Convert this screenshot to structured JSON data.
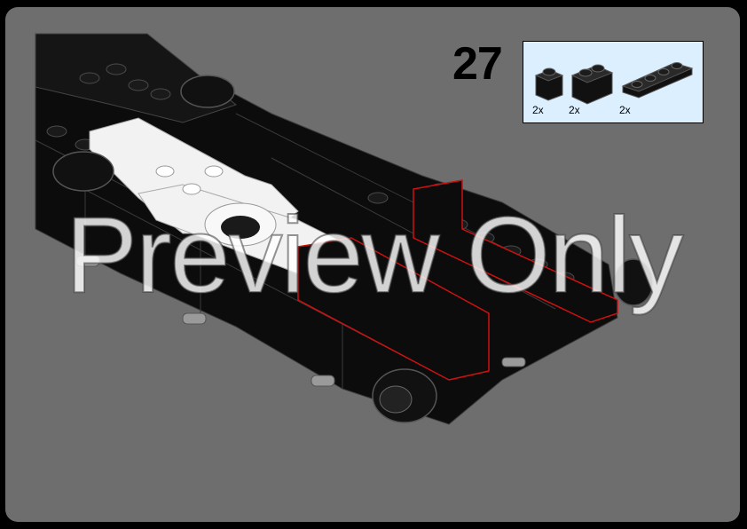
{
  "step": {
    "number": "27"
  },
  "parts": [
    {
      "name": "brick-1x1",
      "qty": "2x",
      "color": "#111111"
    },
    {
      "name": "brick-1x2",
      "qty": "2x",
      "color": "#111111"
    },
    {
      "name": "plate-1x4",
      "qty": "2x",
      "color": "#111111"
    }
  ],
  "watermark": {
    "text": "Preview Only"
  },
  "colors": {
    "page_background": "#6e6e6e",
    "parts_box_background": "#dcefff",
    "model_black": "#0d0d0d",
    "model_white": "#f2f2f2",
    "highlight_outline": "#cc1111"
  }
}
